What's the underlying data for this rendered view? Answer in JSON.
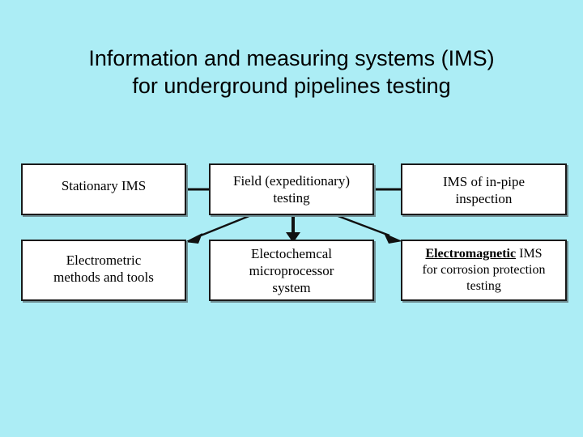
{
  "slide": {
    "background_color": "#acedf5",
    "title_lines": [
      "Information and measuring systems (IMS)",
      "for underground pipelines testing"
    ]
  },
  "diagram": {
    "type": "flowchart",
    "node_fill_color": "#ffffff",
    "node_border_color": "#1a1a1a",
    "nodes": [
      {
        "id": "stationary",
        "label": "Stationary IMS"
      },
      {
        "id": "field",
        "label": "Field (expeditionary)\ntesting"
      },
      {
        "id": "inpipe",
        "label": "IMS of in-pipe\ninspection"
      },
      {
        "id": "electrometric",
        "label": "Electrometric\nmethods and tools"
      },
      {
        "id": "electrochem",
        "label": "Electochemcal\nmicroprocessor\nsystem"
      },
      {
        "id": "electromagnetic",
        "label_bold": "Electromagnetic",
        "label_rest": " IMS",
        "label_line2": "for corrosion protection",
        "label_line3": "testing"
      }
    ],
    "connectors": [
      {
        "from": "stationary",
        "to": "field",
        "style": "line"
      },
      {
        "from": "field",
        "to": "inpipe",
        "style": "line"
      },
      {
        "from": "field",
        "to": "electrometric",
        "style": "arrow"
      },
      {
        "from": "field",
        "to": "electrochem",
        "style": "arrow"
      },
      {
        "from": "field",
        "to": "electromagnetic",
        "style": "arrow"
      }
    ]
  }
}
